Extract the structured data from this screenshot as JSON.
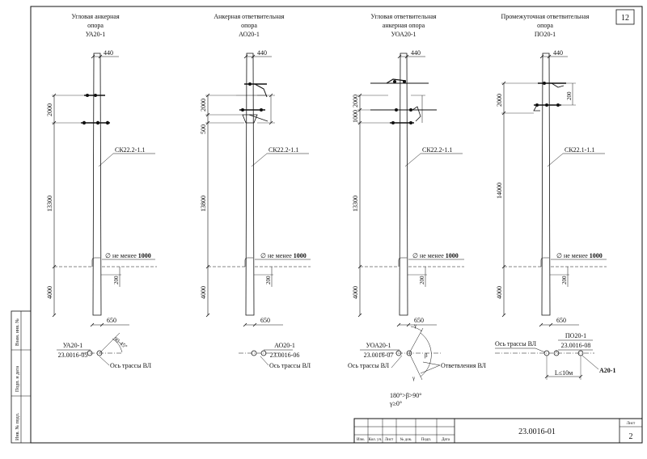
{
  "sheet_corner_number": "12",
  "title_block": {
    "designation": "23.0016-01",
    "sheet_label": "Лист",
    "sheet_number": "2",
    "columns": [
      "Изм.",
      "Кол. уч.",
      "Лист",
      "№ док.",
      "Подп.",
      "Дата"
    ]
  },
  "left_stamp": [
    "Взам. инв. №",
    "Подп. и дата",
    "Инв. № подл."
  ],
  "supports": [
    {
      "title": [
        "Угловая анкерная",
        "опора",
        "УА20-1"
      ],
      "top_dim": "440",
      "pole_label": "СК22.2-1.1",
      "upper_dims": [
        "2000"
      ],
      "above_ground": "13300",
      "below_ground": "4000",
      "depth_dim": "200",
      "base_dim": "650",
      "note": "∅ не менее ",
      "note_bold": "1000",
      "plan_label_top": "УА20-1",
      "plan_label_bottom": "23.0016-05",
      "plan_angle": "90-45°",
      "plan_axis": "Ось трассы ВЛ"
    },
    {
      "title": [
        "Анкерная ответвительная",
        "опора",
        "АО20-1"
      ],
      "top_dim": "440",
      "pole_label": "СК22.2-1.1",
      "upper_dims": [
        "2000",
        "500"
      ],
      "above_ground": "13800",
      "below_ground": "4000",
      "depth_dim": "200",
      "base_dim": "650",
      "note": "∅ не менее ",
      "note_bold": "1000",
      "plan_label_top": "АО20-1",
      "plan_label_bottom": "23.0016-06",
      "plan_axis": "Ось трассы ВЛ"
    },
    {
      "title": [
        "Угловая ответвительная",
        "анкерная опора",
        "УОА20-1"
      ],
      "top_dim": "440",
      "pole_label": "СК22.2-1.1",
      "upper_dims": [
        "2000",
        "1000"
      ],
      "above_ground": "13300",
      "below_ground": "4000",
      "depth_dim": "200",
      "base_dim": "650",
      "note": "∅ не менее ",
      "note_bold": "1000",
      "plan_label_top": "УОА20-1",
      "plan_label_bottom": "23.0016-07",
      "plan_axis": "Ось трассы ВЛ",
      "plan_branch": "Ответвления ВЛ",
      "condition_1": "180°>β>90°",
      "condition_2": "γ≥0°"
    },
    {
      "title": [
        "Промежуточная ответвительная",
        "опора",
        "ПО20-1"
      ],
      "top_dim": "440",
      "pole_label": "СК22.1-1.1",
      "upper_dims": [
        "2000",
        "200"
      ],
      "above_ground": "14000",
      "below_ground": "4000",
      "depth_dim": "200",
      "base_dim": "650",
      "note": "∅ не менее ",
      "note_bold": "1000",
      "plan_label_top": "ПО20-1",
      "plan_label_bottom": "23.0016-08",
      "plan_axis": "Ось трассы ВЛ",
      "plan_span": "L≤10м",
      "plan_target": "А20-1"
    }
  ]
}
